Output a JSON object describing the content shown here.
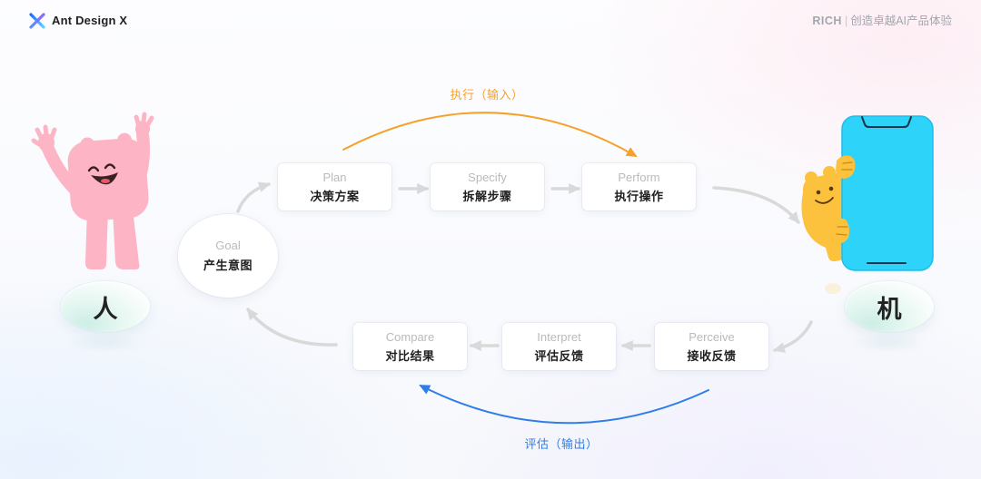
{
  "brand": {
    "logo_icon": "ant-design-x-logo-icon",
    "name": "Ant Design X"
  },
  "header": {
    "tag": "RICH",
    "separator": "|",
    "slogan": "创造卓越AI产品体验"
  },
  "actors": {
    "human": {
      "label": "人",
      "icon": "pink-person-character-icon",
      "color": "#fdb4c4"
    },
    "machine": {
      "label": "机",
      "icon": "phone-with-yellow-character-icon",
      "phone_color": "#2dd3f8",
      "character_color": "#fcc23e"
    }
  },
  "cycle": {
    "goal": {
      "en": "Goal",
      "zh": "产生意图"
    },
    "plan": {
      "en": "Plan",
      "zh": "决策方案"
    },
    "specify": {
      "en": "Specify",
      "zh": "拆解步骤"
    },
    "perform": {
      "en": "Perform",
      "zh": "执行操作"
    },
    "perceive": {
      "en": "Perceive",
      "zh": "接收反馈"
    },
    "interpret": {
      "en": "Interpret",
      "zh": "评估反馈"
    },
    "compare": {
      "en": "Compare",
      "zh": "对比结果"
    }
  },
  "flows": {
    "input": {
      "label": "执行（输入）",
      "color": "#f5a12b"
    },
    "output": {
      "label": "评估（输出）",
      "color": "#2f7ee8"
    }
  },
  "colors": {
    "arrow_gray": "#d9d9d9",
    "node_en_text": "#bababa",
    "node_zh_text": "#1f1f1f"
  }
}
